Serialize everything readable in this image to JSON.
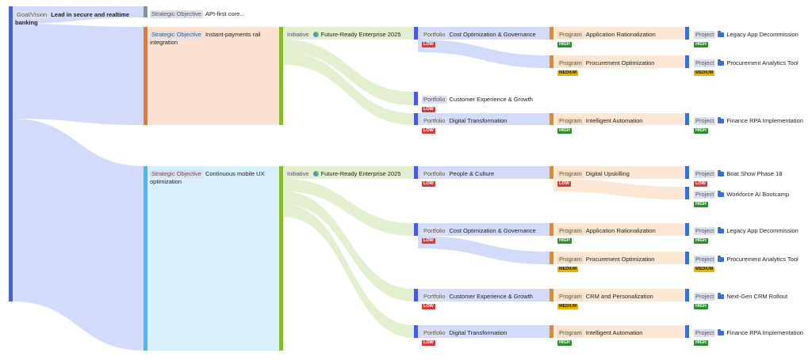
{
  "colors": {
    "goal": "#3f63e8",
    "objective_orange": "#e9772f",
    "objective_blue": "#4cb8f2",
    "objective_gray": "#8a8f99",
    "initiative": "#88bb2c",
    "portfolio": "#4b57e6",
    "program": "#e58a27",
    "project": "#3b6fd8",
    "flow_blue": "#d3dbfb",
    "flow_orange": "#fbe1d2",
    "flow_cyan": "#d8effc",
    "flow_green": "#e3f0cf",
    "flow_program": "#fbe7d3",
    "flow_project": "#d7def8",
    "low": "#d93b3b",
    "high": "#2e8b2e",
    "medium": "#e8b400"
  },
  "goal": {
    "tag": "Goal/Vision",
    "title": "Lead in secure and realtime banking"
  },
  "objectives": [
    {
      "tag": "Strategic Objective",
      "title": "API-first core..."
    },
    {
      "tag": "Strategic Objective",
      "title": "Instant-payments rail integration"
    },
    {
      "tag": "Strategic Objective",
      "title": "Continuous mobile UX optimization"
    }
  ],
  "initiatives": [
    {
      "tag": "Initiative",
      "icon": "globe-icon",
      "title": "Future-Ready Enterprise 2025"
    },
    {
      "tag": "Initiative",
      "icon": "globe-icon",
      "title": "Future-Ready Enterprise 2025"
    }
  ],
  "portfolios": [
    {
      "tag": "Portfolio",
      "title": "Cost Optimization & Governance",
      "priority": "LOW"
    },
    {
      "tag": "Portfolio",
      "title": "Customer Experience & Growth",
      "priority": "LOW"
    },
    {
      "tag": "Portfolio",
      "title": "Digital Transformation",
      "priority": "LOW"
    },
    {
      "tag": "Portfolio",
      "title": "People & Culture",
      "priority": "LOW"
    },
    {
      "tag": "Portfolio",
      "title": "Cost Optimization & Governance",
      "priority": "LOW"
    },
    {
      "tag": "Portfolio",
      "title": "Customer Experience & Growth",
      "priority": "LOW"
    },
    {
      "tag": "Portfolio",
      "title": "Digital Transformation",
      "priority": "LOW"
    }
  ],
  "programs": [
    {
      "tag": "Program",
      "title": "Application Rationalization",
      "priority": "HIGH"
    },
    {
      "tag": "Program",
      "title": "Procurement Optimization",
      "priority": "MEDIUM"
    },
    {
      "tag": "Program",
      "title": "Intelligent Automation",
      "priority": "HIGH"
    },
    {
      "tag": "Program",
      "title": "Digital Upskilling",
      "priority": "LOW"
    },
    {
      "tag": "Program",
      "title": "Application Rationalization",
      "priority": "HIGH"
    },
    {
      "tag": "Program",
      "title": "Procurement Optimization",
      "priority": "MEDIUM"
    },
    {
      "tag": "Program",
      "title": "CRM and Personalization",
      "priority": "MEDIUM"
    },
    {
      "tag": "Program",
      "title": "Intelligent Automation",
      "priority": "HIGH"
    }
  ],
  "projects": [
    {
      "tag": "Project",
      "icon": "folder-icon",
      "title": "Legacy App Decommission",
      "priority": "HIGH"
    },
    {
      "tag": "Project",
      "icon": "folder-icon",
      "title": "Procurement Analytics Tool",
      "priority": "MEDIUM"
    },
    {
      "tag": "Project",
      "icon": "folder-icon",
      "title": "Finance RPA Implementation",
      "priority": "HIGH"
    },
    {
      "tag": "Project",
      "icon": "folder-icon",
      "title": "Boat Show Phase 18",
      "priority": "LOW"
    },
    {
      "tag": "Project",
      "icon": "folder-icon",
      "title": "Workforce AI Bootcamp",
      "priority": "HIGH"
    },
    {
      "tag": "Project",
      "icon": "folder-icon",
      "title": "Legacy App Decommission",
      "priority": "HIGH"
    },
    {
      "tag": "Project",
      "icon": "folder-icon",
      "title": "Procurement Analytics Tool",
      "priority": "MEDIUM"
    },
    {
      "tag": "Project",
      "icon": "folder-icon",
      "title": "Next-Gen CRM Rollout",
      "priority": "HIGH"
    },
    {
      "tag": "Project",
      "icon": "folder-icon",
      "title": "Finance RPA Implementation",
      "priority": "HIGH"
    }
  ]
}
